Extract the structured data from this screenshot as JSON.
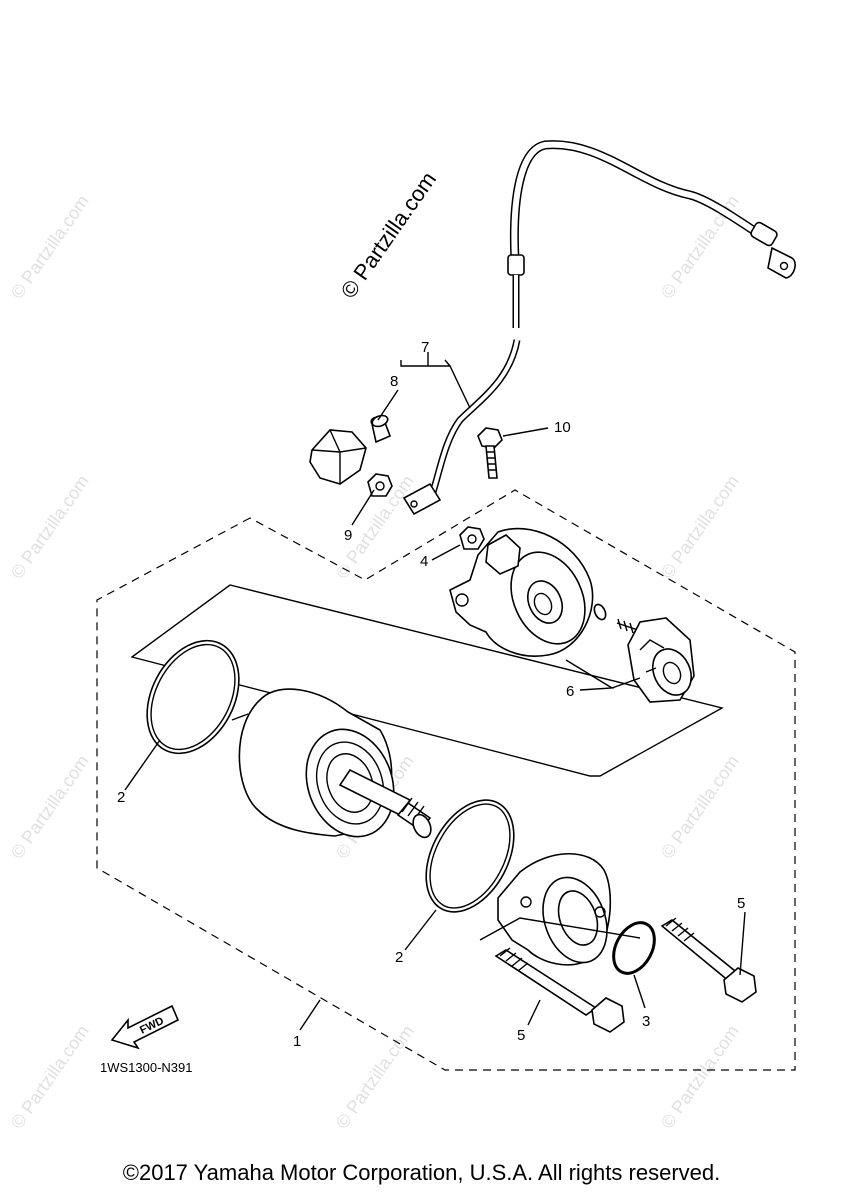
{
  "diagram": {
    "code": "1WS1300-N391",
    "fwd_label": "FWD",
    "watermark_main": "© Partzilla.com",
    "watermark_tile": "© Partzilla.com",
    "callouts": {
      "c1": "1",
      "c2a": "2",
      "c2b": "2",
      "c3": "3",
      "c4": "4",
      "c5a": "5",
      "c5b": "5",
      "c6": "6",
      "c7": "7",
      "c8": "8",
      "c9": "9",
      "c10": "10"
    }
  },
  "footer": {
    "copyright": "©2017 Yamaha Motor Corporation, U.S.A. All rights reserved."
  }
}
